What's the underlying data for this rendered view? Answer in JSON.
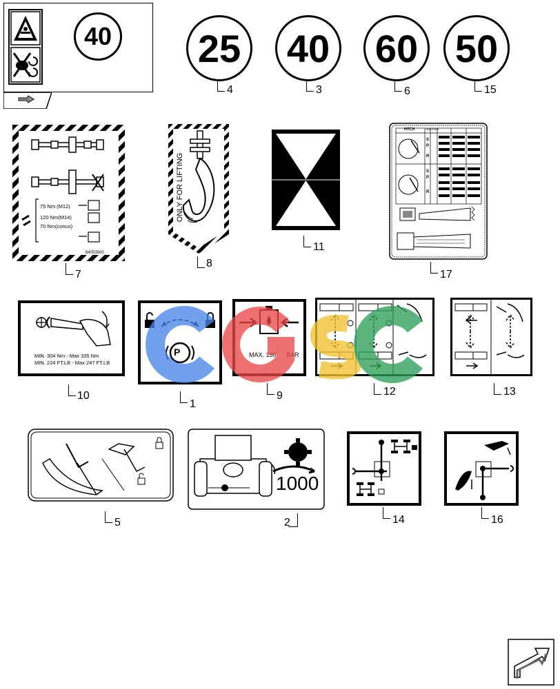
{
  "speed_decals": {
    "inset": "40",
    "d4": "25",
    "d3": "40",
    "d6": "60",
    "d15": "50"
  },
  "callouts": {
    "c4": "4",
    "c3": "3",
    "c6": "6",
    "c15": "15",
    "c7": "7",
    "c8": "8",
    "c11": "11",
    "c17": "17",
    "c10": "10",
    "c1": "1",
    "c9": "9",
    "c12": "12",
    "c13": "13",
    "c5": "5",
    "c2": "2",
    "c14": "14",
    "c16": "16"
  },
  "decal7": {
    "t1": "75 Nm  (M12)",
    "t2": "120 Nm(M14)",
    "t3": "70 Nm(conus)",
    "code": "84053500"
  },
  "decal8": {
    "text": "ONLY FOR LIFTING"
  },
  "decal10": {
    "l1": "MIN. 304 Nm - Max 335 Nm",
    "l2": "MIN. 224 FT.LB - Max 247 FT.LB"
  },
  "decal9": {
    "max": "MAX. 190",
    "unit": "BAR"
  },
  "decal17": {
    "hitch": "HITCH",
    "machine": "MACHINE",
    "s": "S",
    "p": "P",
    "r": "R"
  },
  "decal2": {
    "rpm": "1000"
  },
  "colors": {
    "blue": "#4a86e8",
    "red": "#e84a4a",
    "yellow": "#f2c230",
    "green": "#2e9e5b"
  }
}
